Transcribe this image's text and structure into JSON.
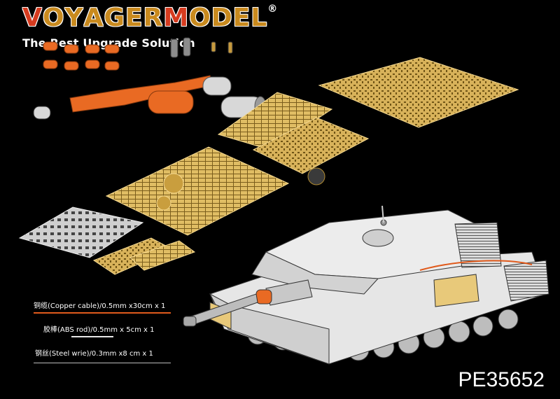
{
  "brand": {
    "logo_text": "VOYAGERMODEL",
    "registered_mark": "®",
    "tagline": "The Best Upgrade Solution"
  },
  "materials": [
    {
      "label": "铜缆(Copper cable)/0.5mm x30cm x 1",
      "color": "#e05a1c"
    },
    {
      "label": "胶棒(ABS rod)/0.5mm x 5cm x 1",
      "color": "#e8e8e8"
    },
    {
      "label": "钢丝(Steel wrie)/0.3mm x8 cm x 1",
      "color": "#bbbbbb"
    }
  ],
  "product_code": "PE35652",
  "colors": {
    "background": "#000000",
    "brass": "#d8b25a",
    "brass_dark": "#9a7a2e",
    "steel": "#c8c8c8",
    "orange_part": "#e96a23",
    "tank_body": "#e6e6e6"
  }
}
